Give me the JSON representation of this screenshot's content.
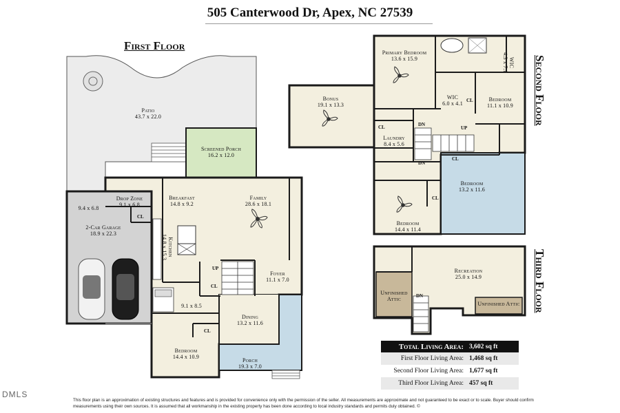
{
  "header": {
    "address": "505 Canterwood Dr, Apex, NC 27539"
  },
  "floors": {
    "first": "First Floor",
    "second": "Second Floor",
    "third": "Third Floor"
  },
  "rooms": {
    "patio": {
      "name": "Patio",
      "dims": "43.7 x 22.0"
    },
    "screened_porch": {
      "name": "Screened Porch",
      "dims": "16.2 x 12.0"
    },
    "breakfast": {
      "name": "Breakfast",
      "dims": "14.8 x 9.2"
    },
    "family": {
      "name": "Family",
      "dims": "28.6 x 18.1"
    },
    "drop_zone": {
      "name": "Drop Zone",
      "dims": "9.1 x 6.8"
    },
    "garage_side": {
      "dims": "9.4 x 6.8"
    },
    "garage": {
      "name": "2-Car Garage",
      "dims": "18.9 x 22.3"
    },
    "kitchen": {
      "name": "Kitchen",
      "dims": "14.8 x 15.3"
    },
    "foyer": {
      "name": "Foyer",
      "dims": "11.1 x 7.0"
    },
    "mudroom": {
      "dims": "9.1 x 8.5"
    },
    "dining": {
      "name": "Dining",
      "dims": "13.2 x 11.6"
    },
    "bedroom_first": {
      "name": "Bedroom",
      "dims": "14.4 x 10.9"
    },
    "porch": {
      "name": "Porch",
      "dims": "19.3 x 7.0"
    },
    "bonus": {
      "name": "Bonus",
      "dims": "19.1 x 13.3"
    },
    "primary": {
      "name": "Primary Bedroom",
      "dims": "13.6 x 15.9"
    },
    "wic_primary": {
      "name": "WIC",
      "dims": "6.0 x 4.1"
    },
    "wic_side": {
      "name": "WIC",
      "dims": "4.3 x 7.1"
    },
    "bedroom_ne": {
      "name": "Bedroom",
      "dims": "11.1 x 10.9"
    },
    "laundry": {
      "name": "Laundry",
      "dims": "8.4 x 5.6"
    },
    "bedroom_mid": {
      "name": "Bedroom",
      "dims": "13.2 x 11.6"
    },
    "bedroom_sw": {
      "name": "Bedroom",
      "dims": "14.4 x 11.4"
    },
    "recreation": {
      "name": "Recreation",
      "dims": "25.0 x 14.9"
    },
    "attic_left": {
      "name": "Unfinished Attic"
    },
    "attic_right": {
      "name": "Unfinished Attic"
    }
  },
  "marks": {
    "cl": "CL",
    "up": "UP",
    "dn": "DN"
  },
  "summary": {
    "total_label": "Total Living Area:",
    "total_value": "3,602 sq ft",
    "first_label": "First Floor Living Area:",
    "first_value": "1,468 sq ft",
    "second_label": "Second Floor Living Area:",
    "second_value": "1,677 sq ft",
    "third_label": "Third Floor Living Area:",
    "third_value": "457 sq ft"
  },
  "disclaimer": "This floor plan is an approximation of existing structures and features and is provided for convenience only with the permission of the seller.  All measurements are approximate and not guaranteed to be exact or to scale.  Buyer should confirm measurements using their own sources.  It is assumed that all workmanship in the existing property has been done according to local industry standards and permits duly obtained.  ©",
  "logo": "DMLS",
  "colors": {
    "floor": "#f3efdf",
    "garage": "#d4d4d4",
    "porch": "#c8dce8",
    "screened": "#d8e8c4",
    "patio": "#ededed",
    "attic": "#c8b89a",
    "wall": "#1a1a1a"
  }
}
